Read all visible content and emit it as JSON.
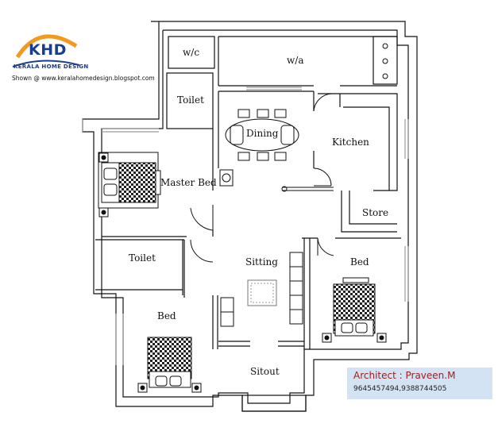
{
  "logo": {
    "mark": "KHD",
    "subtitle": "KERALA HOME DESIGN"
  },
  "credit": "Shown @  www.keralahomedesign.blogspot.com",
  "rooms": {
    "wc": "w/c",
    "wa": "w/a",
    "toilet_top": "Toilet",
    "dining": "Dining",
    "kitchen": "Kitchen",
    "master_bed": "Master Bed",
    "store": "Store",
    "toilet_bottom": "Toilet",
    "sitting": "Sitting",
    "bed_right": "Bed",
    "bed_left": "Bed",
    "sitout": "Sitout"
  },
  "architect": {
    "name": "Architect : Praveen.M",
    "phones": "9645457494,9388744505"
  },
  "colors": {
    "wall": "#111111",
    "window": "#9a9a9a",
    "logo_blue": "#1a3d8f",
    "logo_orange": "#f29a1f",
    "architect_box": "#d3e3f3",
    "architect_name": "#9b1d1d"
  }
}
